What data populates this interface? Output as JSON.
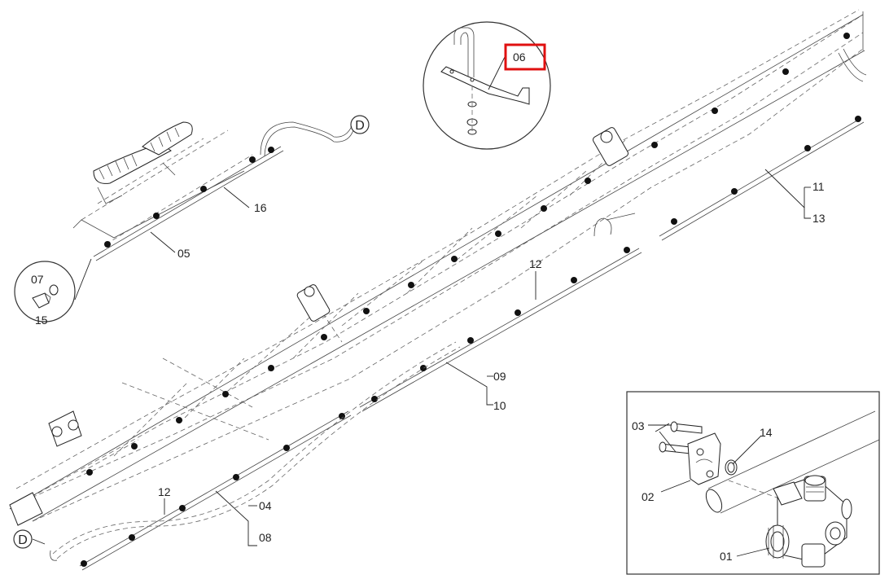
{
  "callouts": {
    "c01": "01",
    "c02": "02",
    "c03": "03",
    "c04": "04",
    "c05": "05",
    "c06": "06",
    "c07": "07",
    "c08": "08",
    "c09": "09",
    "c10": "10",
    "c11": "11",
    "c12a": "12",
    "c12b": "12",
    "c13": "13",
    "c14": "14",
    "c15": "15",
    "c16": "16"
  },
  "connectors": {
    "top": "D",
    "bottom": "D"
  },
  "highlight": {
    "label": "06",
    "color": "#e01010"
  }
}
